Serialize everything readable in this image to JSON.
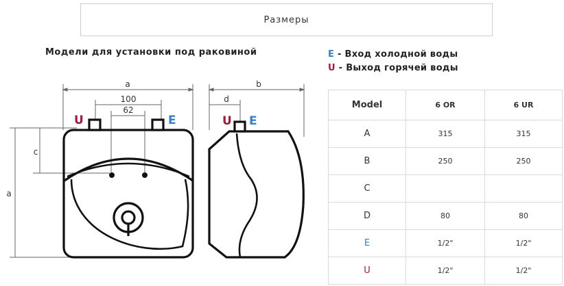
{
  "header": {
    "title": "Размеры"
  },
  "figure": {
    "caption": "Модели для установки под раковиной",
    "labels": {
      "a_top": "a",
      "b_top": "b",
      "d": "d",
      "c": "c",
      "a_side": "a",
      "dim_100": "100",
      "dim_62": "62",
      "U": "U",
      "E": "E"
    }
  },
  "legend": {
    "e_letter": "E",
    "e_text": " - Вход холодной воды",
    "u_letter": "U",
    "u_text": " - Выход горячей воды"
  },
  "colors": {
    "cold": "#3a7fc4",
    "hot": "#9b1b3a"
  },
  "table": {
    "headers": [
      "Model",
      "6 OR",
      "6 UR"
    ],
    "rows": [
      {
        "label": "A",
        "v1": "315",
        "v2": "315"
      },
      {
        "label": "B",
        "v1": "250",
        "v2": "250"
      },
      {
        "label": "C",
        "v1": "",
        "v2": ""
      },
      {
        "label": "D",
        "v1": "80",
        "v2": "80"
      },
      {
        "label": "E",
        "v1": "1/2\"",
        "v2": "1/2\""
      },
      {
        "label": "U",
        "v1": "1/2\"",
        "v2": "1/2\""
      }
    ]
  }
}
